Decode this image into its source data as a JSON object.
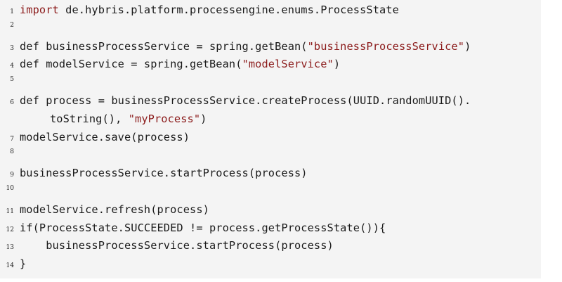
{
  "code": {
    "lines": [
      {
        "number": "1",
        "parts": [
          {
            "text": "import",
            "kind": "keyword"
          },
          {
            "text": " de.hybris.platform.processengine.enums.ProcessState",
            "kind": "plain"
          }
        ]
      },
      {
        "number": "2",
        "parts": []
      },
      {
        "number": "3",
        "parts": [
          {
            "text": "def businessProcessService = spring.getBean(",
            "kind": "plain"
          },
          {
            "text": "\"businessProcessService\"",
            "kind": "string"
          },
          {
            "text": ")",
            "kind": "plain"
          }
        ]
      },
      {
        "number": "4",
        "parts": [
          {
            "text": "def modelService = spring.getBean(",
            "kind": "plain"
          },
          {
            "text": "\"modelService\"",
            "kind": "string"
          },
          {
            "text": ")",
            "kind": "plain"
          }
        ]
      },
      {
        "number": "5",
        "parts": []
      },
      {
        "number": "6",
        "parts": [
          {
            "text": "def process = businessProcessService.createProcess(UUID.randomUUID().",
            "kind": "plain"
          }
        ]
      },
      {
        "number": "",
        "continuation": true,
        "parts": [
          {
            "text": "toString(), ",
            "kind": "plain"
          },
          {
            "text": "\"myProcess\"",
            "kind": "string"
          },
          {
            "text": ")",
            "kind": "plain"
          }
        ]
      },
      {
        "number": "7",
        "parts": [
          {
            "text": "modelService.save(process)",
            "kind": "plain"
          }
        ]
      },
      {
        "number": "8",
        "parts": []
      },
      {
        "number": "9",
        "parts": [
          {
            "text": "businessProcessService.startProcess(process)",
            "kind": "plain"
          }
        ]
      },
      {
        "number": "10",
        "parts": []
      },
      {
        "number": "11",
        "parts": [
          {
            "text": "modelService.refresh(process)",
            "kind": "plain"
          }
        ]
      },
      {
        "number": "12",
        "parts": [
          {
            "text": "if(ProcessState.SUCCEEDED != process.getProcessState()){",
            "kind": "plain"
          }
        ]
      },
      {
        "number": "13",
        "parts": [
          {
            "text": "    businessProcessService.startProcess(process)",
            "kind": "plain"
          }
        ]
      },
      {
        "number": "14",
        "parts": [
          {
            "text": "}",
            "kind": "plain"
          }
        ]
      }
    ]
  }
}
